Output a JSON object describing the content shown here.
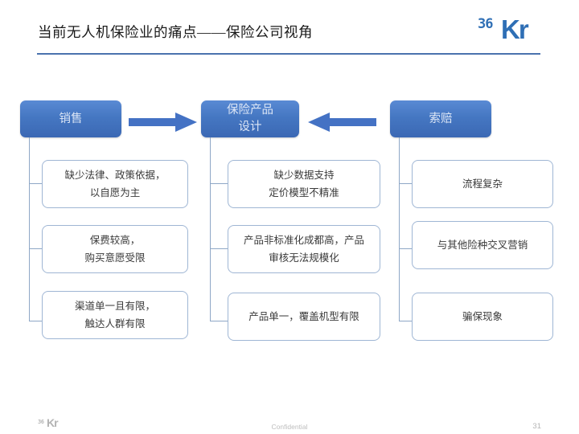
{
  "slide": {
    "title": "当前无人机保险业的痛点——保险公司视角",
    "accent_color": "#4a72ae",
    "head_box_color": "#4577c2",
    "leaf_border_color": "#9fb6d4",
    "connector_color": "#8ea7c6"
  },
  "logo": {
    "mark": "36",
    "word": "Kr"
  },
  "columns": [
    {
      "head": "销售",
      "items": [
        {
          "line1": "缺少法律、政策依据，",
          "line2": "以自愿为主"
        },
        {
          "line1": "保费较高，",
          "line2": "购买意愿受限"
        },
        {
          "line1": "渠道单一且有限，",
          "line2": "触达人群有限"
        }
      ]
    },
    {
      "head": "保险产品\n设计",
      "head_line1": "保险产品",
      "head_line2": "设计",
      "items": [
        {
          "line1": "缺少数据支持",
          "line2": "定价模型不精准"
        },
        {
          "line1": "产品非标准化成都高，产品",
          "line2": "审核无法规模化"
        },
        {
          "line1": "产品单一，覆盖机型有限",
          "line2": ""
        }
      ]
    },
    {
      "head": "索赔",
      "items": [
        {
          "line1": "流程复杂",
          "line2": ""
        },
        {
          "line1": "与其他险种交叉营销",
          "line2": ""
        },
        {
          "line1": "骗保现象",
          "line2": ""
        }
      ]
    }
  ],
  "arrows": [
    {
      "direction": "right",
      "name": "arrow-sales-to-design"
    },
    {
      "direction": "left",
      "name": "arrow-claims-to-design"
    }
  ],
  "footer": {
    "confidential": "Confidential",
    "page_number": "31"
  }
}
